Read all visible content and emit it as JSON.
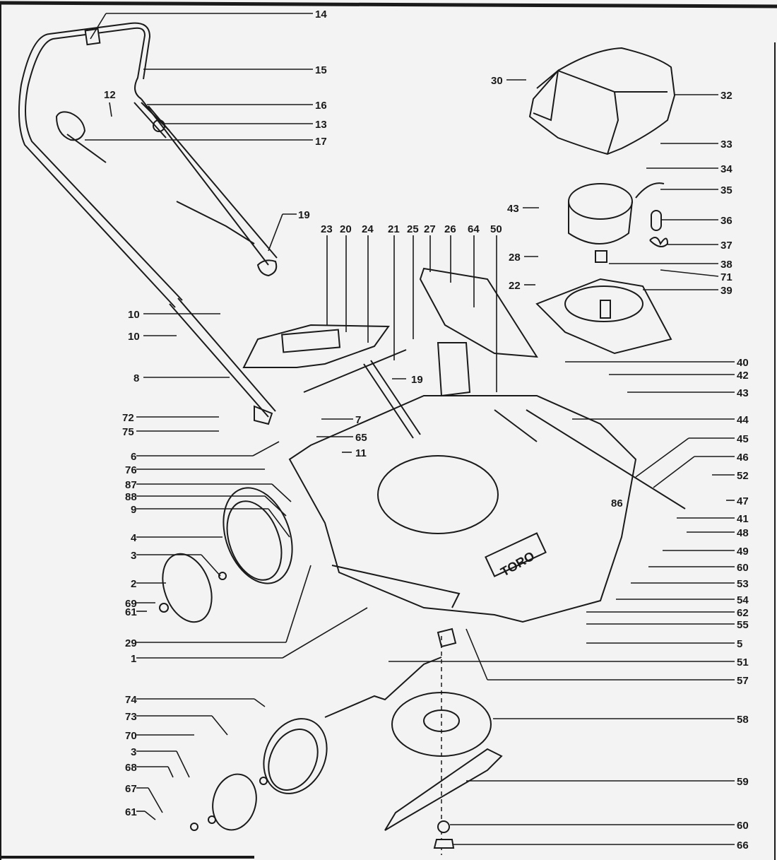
{
  "title": "Toro lawn mower exploded parts diagram",
  "brand_mark": "TORO",
  "colors": {
    "background": "#f3f3f3",
    "ink": "#1a1a1a"
  },
  "callouts": [
    {
      "id": "c14",
      "label": "14"
    },
    {
      "id": "c15",
      "label": "15"
    },
    {
      "id": "c16",
      "label": "16"
    },
    {
      "id": "c13",
      "label": "13"
    },
    {
      "id": "c17",
      "label": "17"
    },
    {
      "id": "c12",
      "label": "12"
    },
    {
      "id": "c19a",
      "label": "19"
    },
    {
      "id": "c23",
      "label": "23"
    },
    {
      "id": "c20",
      "label": "20"
    },
    {
      "id": "c24",
      "label": "24"
    },
    {
      "id": "c21",
      "label": "21"
    },
    {
      "id": "c25",
      "label": "25"
    },
    {
      "id": "c27",
      "label": "27"
    },
    {
      "id": "c26",
      "label": "26"
    },
    {
      "id": "c64",
      "label": "64"
    },
    {
      "id": "c50",
      "label": "50"
    },
    {
      "id": "c30",
      "label": "30"
    },
    {
      "id": "c32",
      "label": "32"
    },
    {
      "id": "c33",
      "label": "33"
    },
    {
      "id": "c34",
      "label": "34"
    },
    {
      "id": "c35",
      "label": "35"
    },
    {
      "id": "c43a",
      "label": "43"
    },
    {
      "id": "c36",
      "label": "36"
    },
    {
      "id": "c37",
      "label": "37"
    },
    {
      "id": "c28",
      "label": "28"
    },
    {
      "id": "c38",
      "label": "38"
    },
    {
      "id": "c71",
      "label": "71"
    },
    {
      "id": "c22",
      "label": "22"
    },
    {
      "id": "c39",
      "label": "39"
    },
    {
      "id": "c10a",
      "label": "10"
    },
    {
      "id": "c10b",
      "label": "10"
    },
    {
      "id": "c8",
      "label": "8"
    },
    {
      "id": "c19b",
      "label": "19"
    },
    {
      "id": "c40",
      "label": "40"
    },
    {
      "id": "c42",
      "label": "42"
    },
    {
      "id": "c43b",
      "label": "43"
    },
    {
      "id": "c72",
      "label": "72"
    },
    {
      "id": "c7",
      "label": "7"
    },
    {
      "id": "c44",
      "label": "44"
    },
    {
      "id": "c75",
      "label": "75"
    },
    {
      "id": "c65",
      "label": "65"
    },
    {
      "id": "c45",
      "label": "45"
    },
    {
      "id": "c6",
      "label": "6"
    },
    {
      "id": "c11",
      "label": "11"
    },
    {
      "id": "c46",
      "label": "46"
    },
    {
      "id": "c76",
      "label": "76"
    },
    {
      "id": "c52",
      "label": "52"
    },
    {
      "id": "c87",
      "label": "87"
    },
    {
      "id": "c47",
      "label": "47"
    },
    {
      "id": "c86",
      "label": "86"
    },
    {
      "id": "c88",
      "label": "88"
    },
    {
      "id": "c41",
      "label": "41"
    },
    {
      "id": "c9",
      "label": "9"
    },
    {
      "id": "c48",
      "label": "48"
    },
    {
      "id": "c4",
      "label": "4"
    },
    {
      "id": "c49",
      "label": "49"
    },
    {
      "id": "c3a",
      "label": "3"
    },
    {
      "id": "c60a",
      "label": "60"
    },
    {
      "id": "c2",
      "label": "2"
    },
    {
      "id": "c53",
      "label": "53"
    },
    {
      "id": "c69",
      "label": "69"
    },
    {
      "id": "c61a",
      "label": "61"
    },
    {
      "id": "c54",
      "label": "54"
    },
    {
      "id": "c62",
      "label": "62"
    },
    {
      "id": "c55",
      "label": "55"
    },
    {
      "id": "c29",
      "label": "29"
    },
    {
      "id": "c5",
      "label": "5"
    },
    {
      "id": "c1",
      "label": "1"
    },
    {
      "id": "c51",
      "label": "51"
    },
    {
      "id": "c57",
      "label": "57"
    },
    {
      "id": "c74",
      "label": "74"
    },
    {
      "id": "c58",
      "label": "58"
    },
    {
      "id": "c73",
      "label": "73"
    },
    {
      "id": "c70",
      "label": "70"
    },
    {
      "id": "c3b",
      "label": "3"
    },
    {
      "id": "c68",
      "label": "68"
    },
    {
      "id": "c59",
      "label": "59"
    },
    {
      "id": "c67",
      "label": "67"
    },
    {
      "id": "c61b",
      "label": "61"
    },
    {
      "id": "c60b",
      "label": "60"
    },
    {
      "id": "c66",
      "label": "66"
    }
  ]
}
